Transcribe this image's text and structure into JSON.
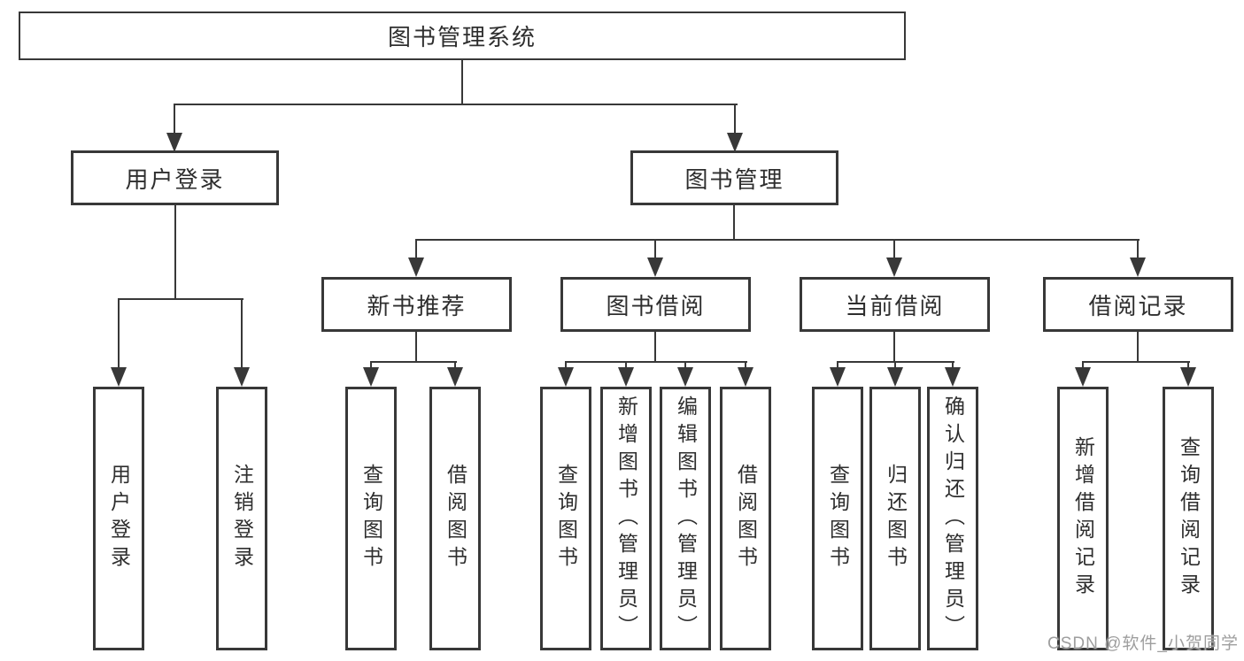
{
  "diagram": {
    "type": "hierarchy",
    "root": {
      "label": "图书管理系统"
    },
    "level2": [
      {
        "label": "用户登录"
      },
      {
        "label": "图书管理"
      }
    ],
    "level3": [
      {
        "label": "新书推荐"
      },
      {
        "label": "图书借阅"
      },
      {
        "label": "当前借阅"
      },
      {
        "label": "借阅记录"
      }
    ],
    "leaves": {
      "user_login": [
        "用户登录",
        "注销登录"
      ],
      "new_book_recommend": [
        "查询图书",
        "借阅图书"
      ],
      "book_borrow": [
        "查询图书",
        "新增图书（管理员）",
        "编辑图书（管理员）",
        "借阅图书"
      ],
      "current_borrow": [
        "查询图书",
        "归还图书",
        "确认归还（管理员）"
      ],
      "borrow_records": [
        "新增借阅记录",
        "查询借阅记录"
      ]
    }
  },
  "watermark": {
    "text": "CSDN @软件_小贺同学"
  },
  "colors": {
    "line": "#383838",
    "box_border": "#383838",
    "text": "#2e2e2e",
    "watermark": "#9e9e9e",
    "background": "#ffffff"
  }
}
